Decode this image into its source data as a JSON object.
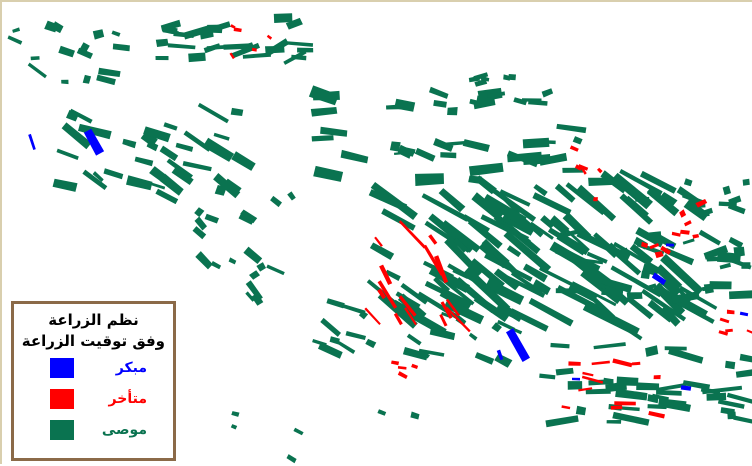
{
  "colors": {
    "early": "#0000ff",
    "late": "#ff0000",
    "recommended": "#0a7350",
    "legend_border": "#8b6a48"
  },
  "legend": {
    "title_line1": "نظم الزراعة",
    "title_line2": "وفق توقيت الزراعة",
    "items": [
      {
        "label": "مبكر",
        "color": "#0000ff"
      },
      {
        "label": "متأخر",
        "color": "#ff0000"
      },
      {
        "label": "موصى",
        "color": "#0a7350"
      }
    ]
  }
}
